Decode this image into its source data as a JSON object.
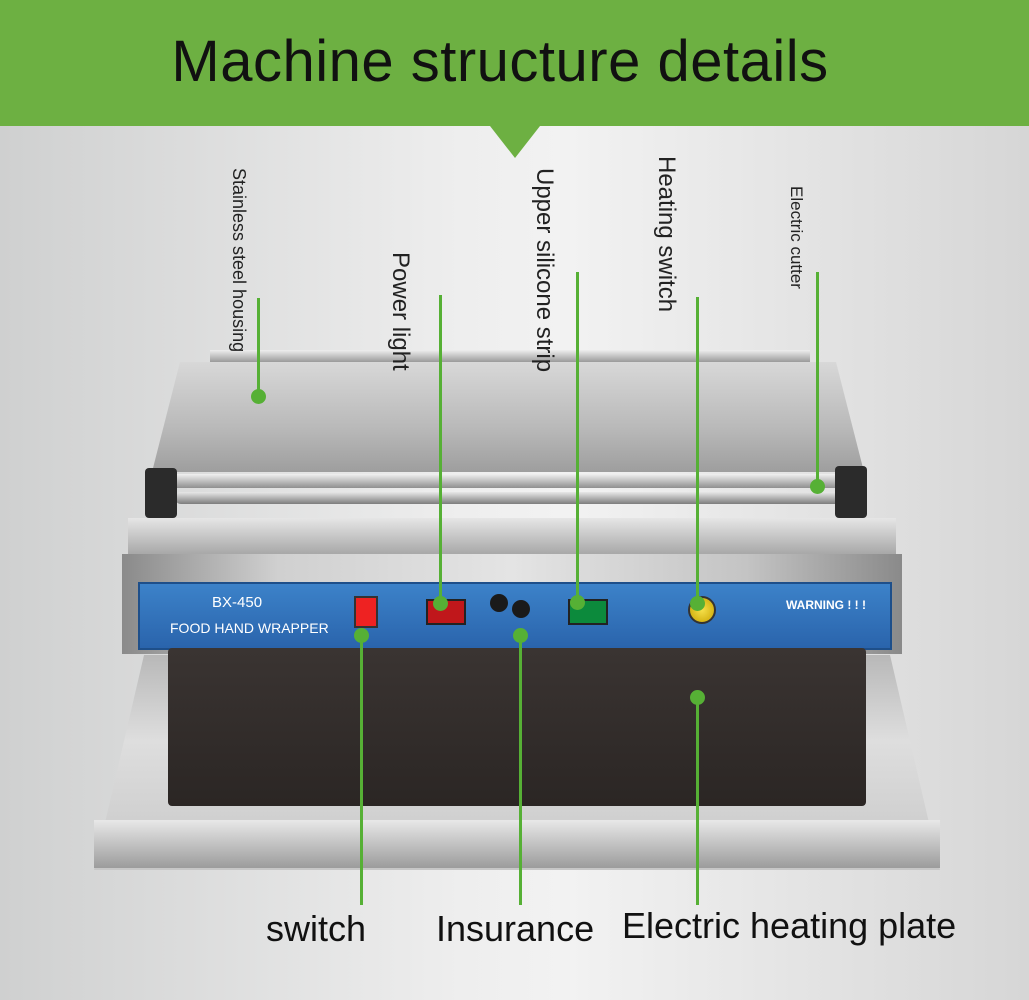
{
  "title": "Machine structure details",
  "panel": {
    "model": "BX-450",
    "product": "FOOD HAND WRAPPER",
    "warning": "WARNING ! ! !"
  },
  "labels": {
    "stainless_steel_housing": "Stainless steel housing",
    "power_light": "Power light",
    "upper_silicone_strip": "Upper silicone strip",
    "heating_switch": "Heating switch",
    "electric_cutter": "Electric cutter",
    "switch": "switch",
    "insurance": "Insurance",
    "electric_heating_plate": "Electric heating plate"
  },
  "colors": {
    "header_green": "#6db042",
    "leader_green": "#56b035",
    "panel_blue": "#2f72bd"
  }
}
